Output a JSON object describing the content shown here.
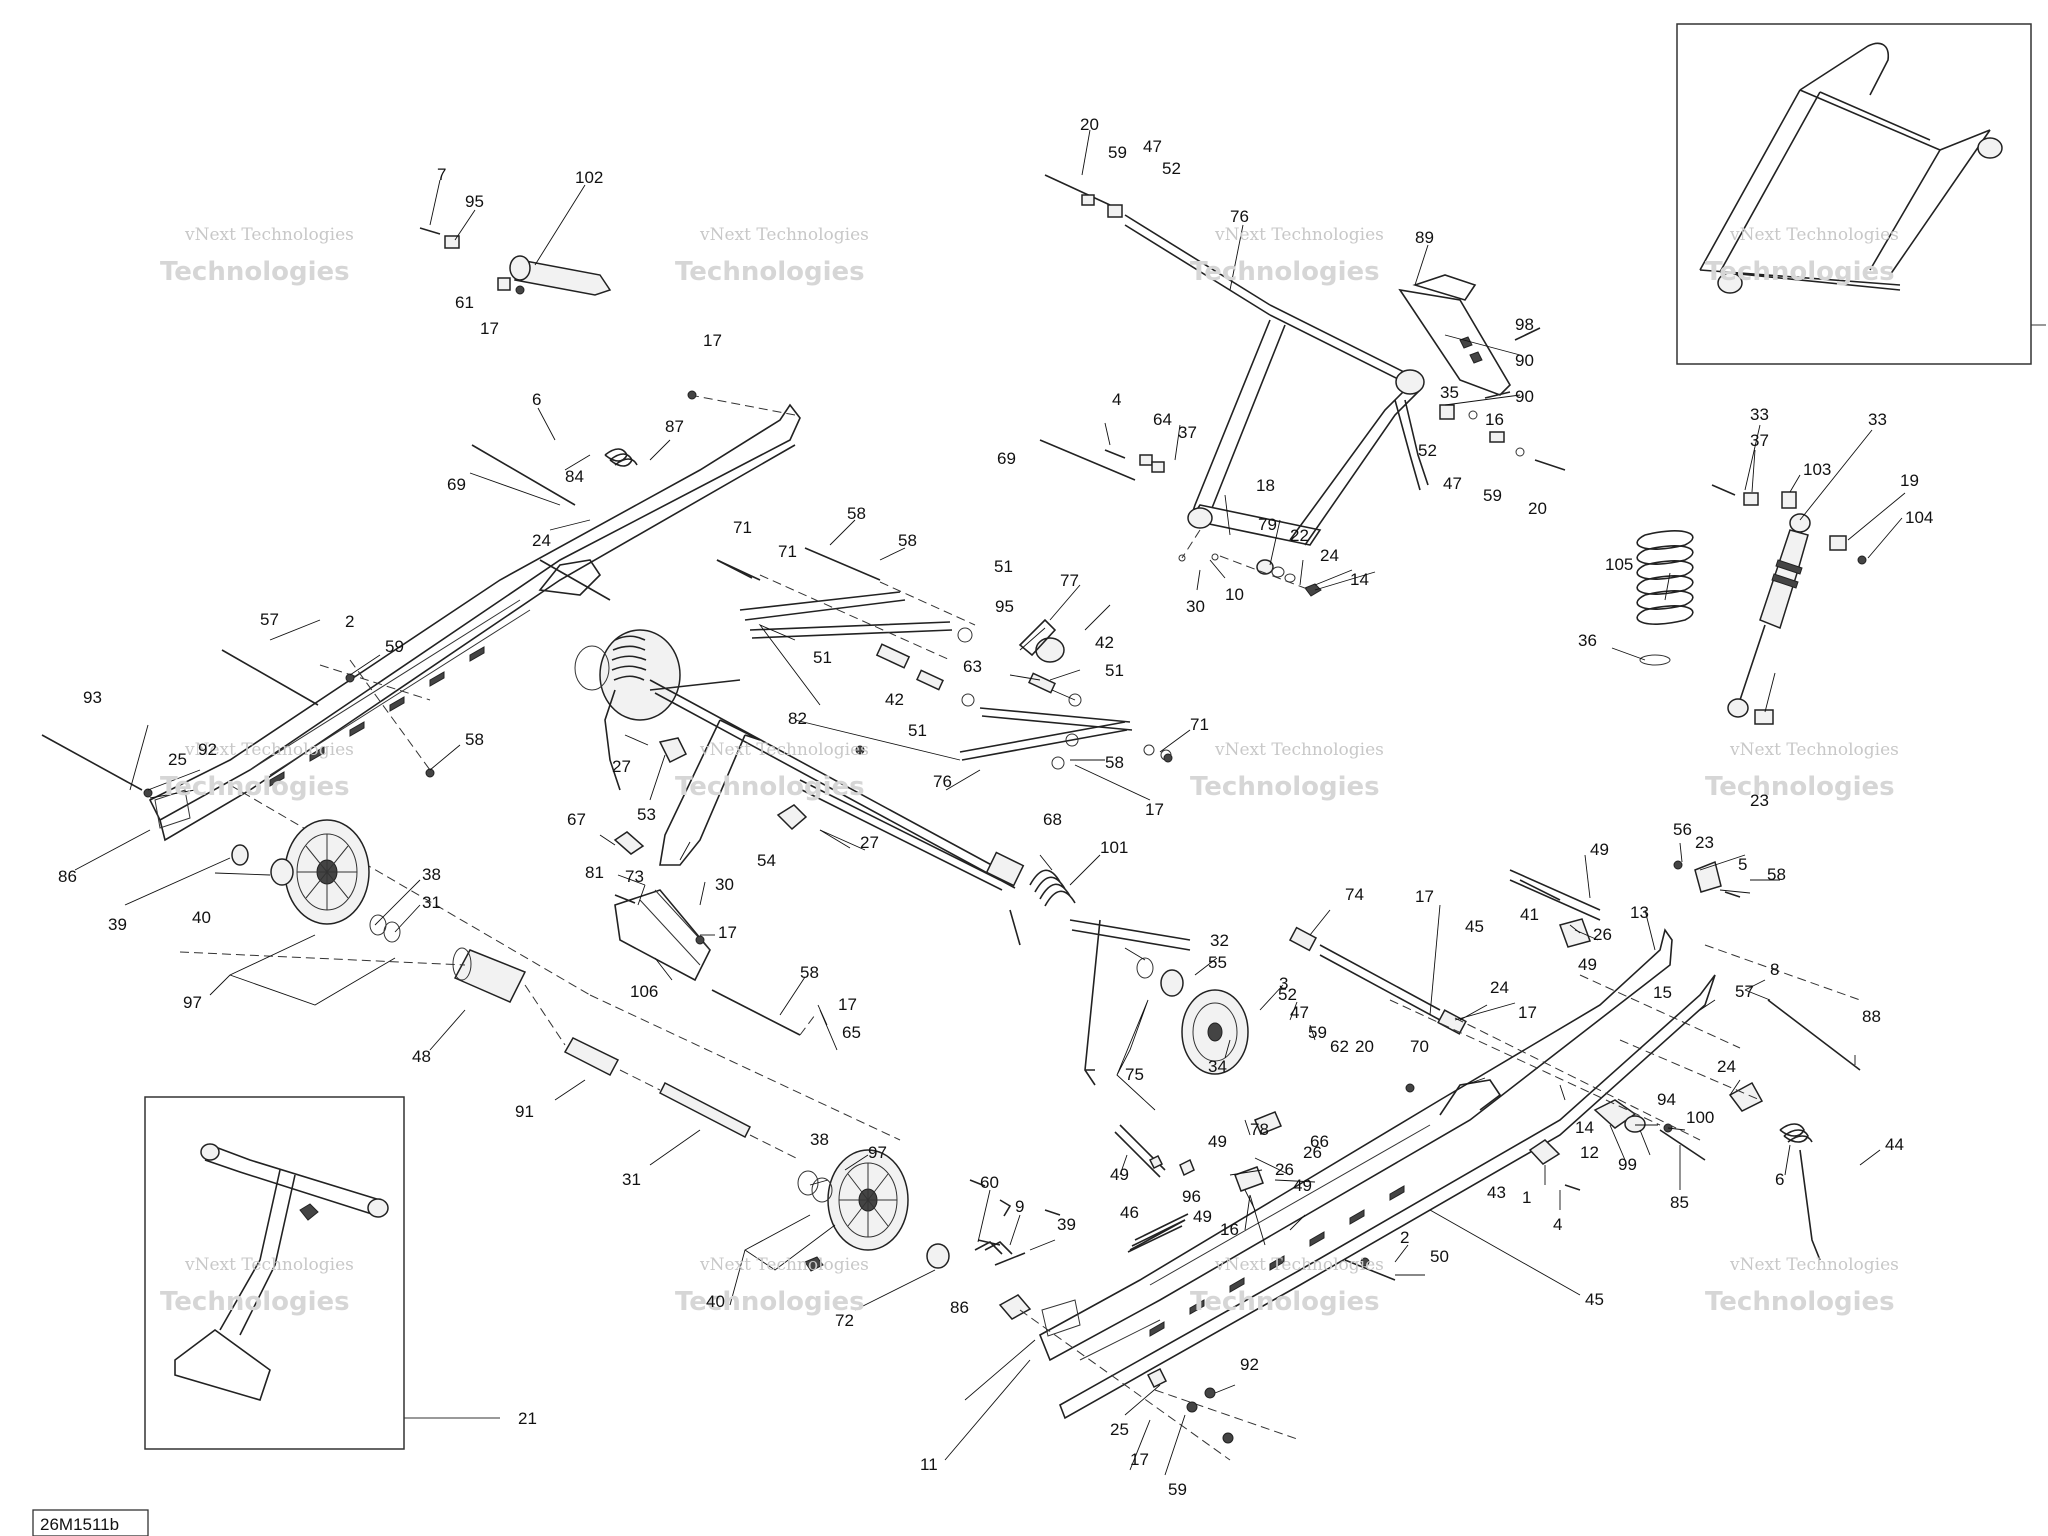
{
  "figure_code": "26M1511b",
  "watermark_line1": "vNext Technologies",
  "watermark_line2": "Technologies",
  "labels": [
    {
      "id": "l1",
      "text": "7"
    },
    {
      "id": "l2",
      "text": "95"
    },
    {
      "id": "l3",
      "text": "102"
    },
    {
      "id": "l4",
      "text": "61"
    },
    {
      "id": "l5",
      "text": "17"
    },
    {
      "id": "l6",
      "text": "20"
    },
    {
      "id": "l7",
      "text": "59"
    },
    {
      "id": "l8",
      "text": "47"
    },
    {
      "id": "l9",
      "text": "52"
    },
    {
      "id": "l10",
      "text": "76"
    },
    {
      "id": "l11",
      "text": "89"
    },
    {
      "id": "l12",
      "text": "98"
    },
    {
      "id": "l13",
      "text": "90"
    },
    {
      "id": "l14",
      "text": "90"
    },
    {
      "id": "l15",
      "text": "35"
    },
    {
      "id": "l16",
      "text": "16"
    },
    {
      "id": "l17",
      "text": "52"
    },
    {
      "id": "l18",
      "text": "47"
    },
    {
      "id": "l19",
      "text": "59"
    },
    {
      "id": "l20",
      "text": "20"
    },
    {
      "id": "l21",
      "text": "4"
    },
    {
      "id": "l22",
      "text": "64"
    },
    {
      "id": "l23",
      "text": "37"
    },
    {
      "id": "l24",
      "text": "69"
    },
    {
      "id": "l25",
      "text": "18"
    },
    {
      "id": "l26",
      "text": "79"
    },
    {
      "id": "l27",
      "text": "22"
    },
    {
      "id": "l28",
      "text": "24"
    },
    {
      "id": "l29",
      "text": "14"
    },
    {
      "id": "l30",
      "text": "10"
    },
    {
      "id": "l31",
      "text": "30"
    },
    {
      "id": "l32",
      "text": "17"
    },
    {
      "id": "l33",
      "text": "6"
    },
    {
      "id": "l34",
      "text": "87"
    },
    {
      "id": "l35",
      "text": "84"
    },
    {
      "id": "l36",
      "text": "69"
    },
    {
      "id": "l37",
      "text": "24"
    },
    {
      "id": "l38",
      "text": "71"
    },
    {
      "id": "l39",
      "text": "58"
    },
    {
      "id": "l40",
      "text": "71"
    },
    {
      "id": "l41",
      "text": "58"
    },
    {
      "id": "l42",
      "text": "51"
    },
    {
      "id": "l43",
      "text": "77"
    },
    {
      "id": "l44",
      "text": "95"
    },
    {
      "id": "l45",
      "text": "42"
    },
    {
      "id": "l46",
      "text": "51"
    },
    {
      "id": "l47",
      "text": "51"
    },
    {
      "id": "l48",
      "text": "63"
    },
    {
      "id": "l49",
      "text": "42"
    },
    {
      "id": "l50",
      "text": "51"
    },
    {
      "id": "l51",
      "text": "82"
    },
    {
      "id": "l52",
      "text": "71"
    },
    {
      "id": "l53",
      "text": "58"
    },
    {
      "id": "l54",
      "text": "17"
    },
    {
      "id": "l55",
      "text": "57"
    },
    {
      "id": "l56",
      "text": "2"
    },
    {
      "id": "l57",
      "text": "59"
    },
    {
      "id": "l58",
      "text": "93"
    },
    {
      "id": "l59",
      "text": "25"
    },
    {
      "id": "l60",
      "text": "92"
    },
    {
      "id": "l61",
      "text": "58"
    },
    {
      "id": "l62",
      "text": "86"
    },
    {
      "id": "l63",
      "text": "39"
    },
    {
      "id": "l64",
      "text": "40"
    },
    {
      "id": "l65",
      "text": "38"
    },
    {
      "id": "l66",
      "text": "31"
    },
    {
      "id": "l67",
      "text": "97"
    },
    {
      "id": "l68",
      "text": "27"
    },
    {
      "id": "l69",
      "text": "53"
    },
    {
      "id": "l70",
      "text": "27"
    },
    {
      "id": "l71",
      "text": "54"
    },
    {
      "id": "l72",
      "text": "67"
    },
    {
      "id": "l73",
      "text": "73"
    },
    {
      "id": "l74",
      "text": "81"
    },
    {
      "id": "l75",
      "text": "30"
    },
    {
      "id": "l76",
      "text": "17"
    },
    {
      "id": "l77",
      "text": "106"
    },
    {
      "id": "l78",
      "text": "76"
    },
    {
      "id": "l79",
      "text": "68"
    },
    {
      "id": "l80",
      "text": "101"
    },
    {
      "id": "l81",
      "text": "32"
    },
    {
      "id": "l82",
      "text": "55"
    },
    {
      "id": "l83",
      "text": "3"
    },
    {
      "id": "l84",
      "text": "52"
    },
    {
      "id": "l85",
      "text": "47"
    },
    {
      "id": "l86",
      "text": "59"
    },
    {
      "id": "l87",
      "text": "20"
    },
    {
      "id": "l88",
      "text": "62"
    },
    {
      "id": "l89",
      "text": "75"
    },
    {
      "id": "l90",
      "text": "34"
    },
    {
      "id": "l91",
      "text": "58"
    },
    {
      "id": "l92",
      "text": "17"
    },
    {
      "id": "l93",
      "text": "65"
    },
    {
      "id": "l94",
      "text": "48"
    },
    {
      "id": "l95",
      "text": "91"
    },
    {
      "id": "l96",
      "text": "31"
    },
    {
      "id": "l97",
      "text": "38"
    },
    {
      "id": "l98",
      "text": "97"
    },
    {
      "id": "l99",
      "text": "40"
    },
    {
      "id": "l100",
      "text": "72"
    },
    {
      "id": "l101",
      "text": "21"
    },
    {
      "id": "l102",
      "text": "60"
    },
    {
      "id": "l103",
      "text": "9"
    },
    {
      "id": "l104",
      "text": "39"
    },
    {
      "id": "l105",
      "text": "86"
    },
    {
      "id": "l106",
      "text": "11"
    },
    {
      "id": "l107",
      "text": "46"
    },
    {
      "id": "l108",
      "text": "49"
    },
    {
      "id": "l109",
      "text": "78"
    },
    {
      "id": "l110",
      "text": "49"
    },
    {
      "id": "l111",
      "text": "26"
    },
    {
      "id": "l112",
      "text": "66"
    },
    {
      "id": "l113",
      "text": "26"
    },
    {
      "id": "l114",
      "text": "49"
    },
    {
      "id": "l115",
      "text": "96"
    },
    {
      "id": "l116",
      "text": "49"
    },
    {
      "id": "l117",
      "text": "16"
    },
    {
      "id": "l118",
      "text": "92"
    },
    {
      "id": "l119",
      "text": "25"
    },
    {
      "id": "l120",
      "text": "17"
    },
    {
      "id": "l121",
      "text": "59"
    },
    {
      "id": "l122",
      "text": "2"
    },
    {
      "id": "l123",
      "text": "50"
    },
    {
      "id": "l124",
      "text": "45"
    },
    {
      "id": "l125",
      "text": "74"
    },
    {
      "id": "l126",
      "text": "17"
    },
    {
      "id": "l127",
      "text": "45"
    },
    {
      "id": "l128",
      "text": "24"
    },
    {
      "id": "l129",
      "text": "17"
    },
    {
      "id": "l130",
      "text": "70"
    },
    {
      "id": "l131",
      "text": "49"
    },
    {
      "id": "l132",
      "text": "41"
    },
    {
      "id": "l133",
      "text": "49"
    },
    {
      "id": "l134",
      "text": "26"
    },
    {
      "id": "l135",
      "text": "13"
    },
    {
      "id": "l136",
      "text": "15"
    },
    {
      "id": "l137",
      "text": "56"
    },
    {
      "id": "l138",
      "text": "23"
    },
    {
      "id": "l139",
      "text": "23"
    },
    {
      "id": "l140",
      "text": "5"
    },
    {
      "id": "l141",
      "text": "58"
    },
    {
      "id": "l142",
      "text": "8"
    },
    {
      "id": "l143",
      "text": "57"
    },
    {
      "id": "l144",
      "text": "88"
    },
    {
      "id": "l145",
      "text": "24"
    },
    {
      "id": "l146",
      "text": "94"
    },
    {
      "id": "l147",
      "text": "14"
    },
    {
      "id": "l148",
      "text": "100"
    },
    {
      "id": "l149",
      "text": "12"
    },
    {
      "id": "l150",
      "text": "99"
    },
    {
      "id": "l151",
      "text": "85"
    },
    {
      "id": "l152",
      "text": "6"
    },
    {
      "id": "l153",
      "text": "44"
    },
    {
      "id": "l154",
      "text": "43"
    },
    {
      "id": "l155",
      "text": "1"
    },
    {
      "id": "l156",
      "text": "4"
    },
    {
      "id": "l157",
      "text": "33"
    },
    {
      "id": "l158",
      "text": "37"
    },
    {
      "id": "l159",
      "text": "103"
    },
    {
      "id": "l160",
      "text": "33"
    },
    {
      "id": "l161",
      "text": "19"
    },
    {
      "id": "l162",
      "text": "104"
    },
    {
      "id": "l163",
      "text": "105"
    },
    {
      "id": "l164",
      "text": "36"
    }
  ]
}
